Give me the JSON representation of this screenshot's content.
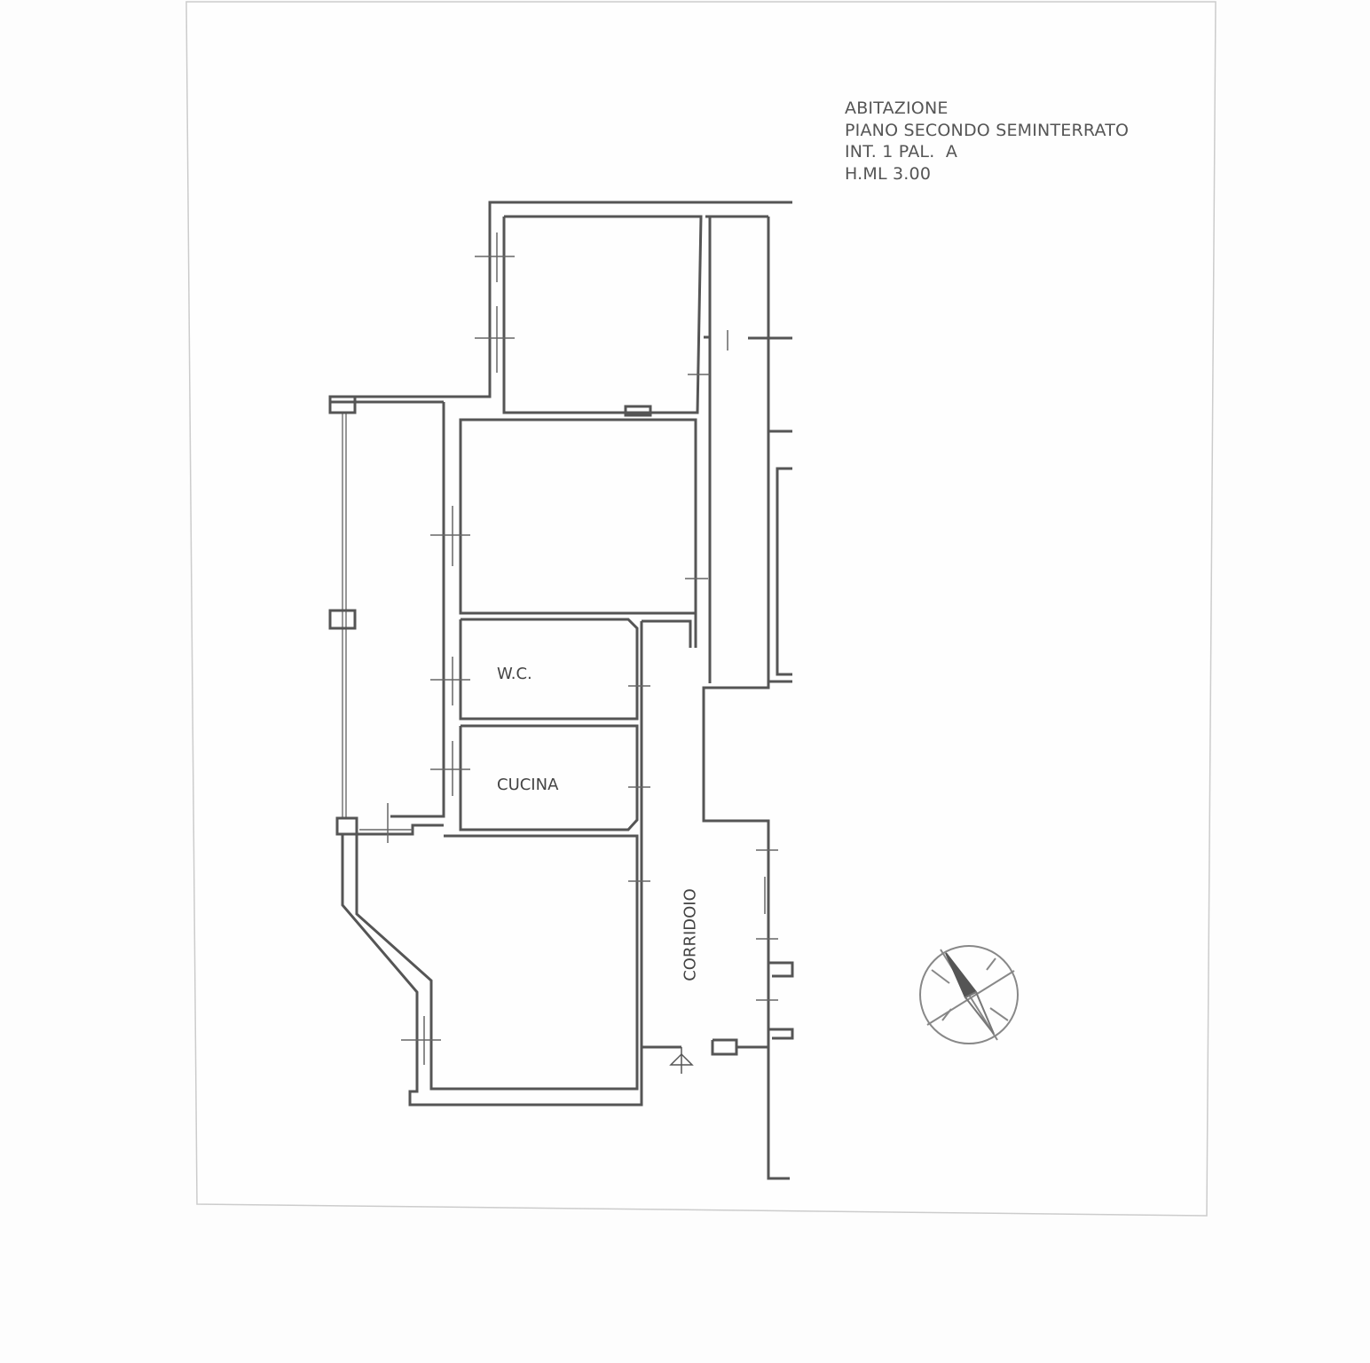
{
  "header": {
    "line1": "ABITAZIONE",
    "line2": "PIANO SECONDO SEMINTERRATO",
    "line3": "INT. 1 PAL.  A",
    "line4": "H.ML 3.00"
  },
  "rooms": {
    "wc": "W.C.",
    "cucina": "CUCINA",
    "corridoio": "CORRIDOIO"
  },
  "icons": {
    "compass": "north-arrow-compass-icon"
  }
}
